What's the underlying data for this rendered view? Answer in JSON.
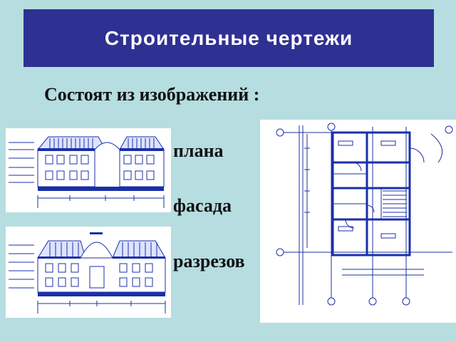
{
  "slide": {
    "title": "Строительные чертежи",
    "subtitle": "Состоят из изображений :",
    "items": [
      "плана",
      "фасада",
      "разрезов"
    ]
  },
  "images": [
    {
      "name": "facade-drawing-1",
      "depicts": "building facade elevation drawing"
    },
    {
      "name": "facade-drawing-2",
      "depicts": "building facade elevation drawing"
    },
    {
      "name": "floor-plan-drawing",
      "depicts": "building floor plan drawing"
    }
  ],
  "colors": {
    "background": "#b6dde0",
    "title_bar": "#2e3192",
    "title_text": "#ffffff",
    "drawing_line": "#1a2fa8"
  }
}
